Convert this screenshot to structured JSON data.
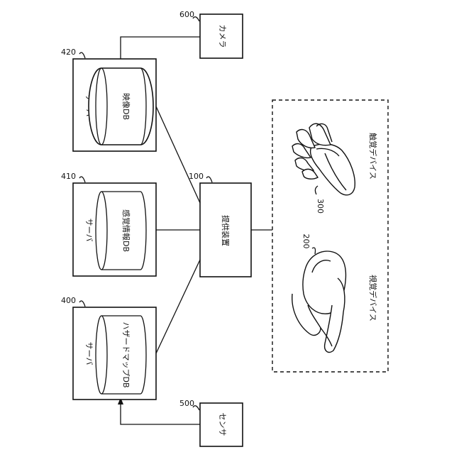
{
  "servers": [
    {
      "ref": "420",
      "label": "サーバ",
      "db": "映像DB"
    },
    {
      "ref": "410",
      "label": "サーバ",
      "db": "感覚情報DB"
    },
    {
      "ref": "400",
      "label": "サーバ",
      "db": "ハザードマップDB"
    }
  ],
  "provider": {
    "ref": "100",
    "label": "提供装置"
  },
  "camera": {
    "ref": "600",
    "label": "カメラ"
  },
  "sensor": {
    "ref": "500",
    "label": "センサ"
  },
  "devices": {
    "tactile": {
      "ref": "300",
      "label": "触覚デバイス"
    },
    "visual": {
      "ref": "200",
      "label": "視覚デバイス"
    }
  }
}
